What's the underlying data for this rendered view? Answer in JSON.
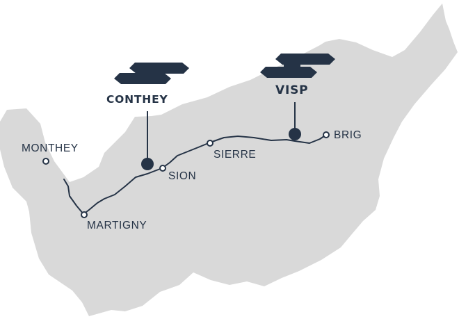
{
  "map": {
    "colors": {
      "land": "#d9d9d9",
      "ink": "#253346",
      "background": "#ffffff"
    },
    "towns": {
      "monthey": "MONTHEY",
      "martigny": "MARTIGNY",
      "sion": "SION",
      "sierre": "SIERRE",
      "brig": "BRIG"
    },
    "sites": {
      "conthey": {
        "label": "CONTHEY",
        "icon": "brand-logo-icon"
      },
      "visp": {
        "label": "VISP",
        "icon": "brand-logo-icon"
      }
    }
  }
}
